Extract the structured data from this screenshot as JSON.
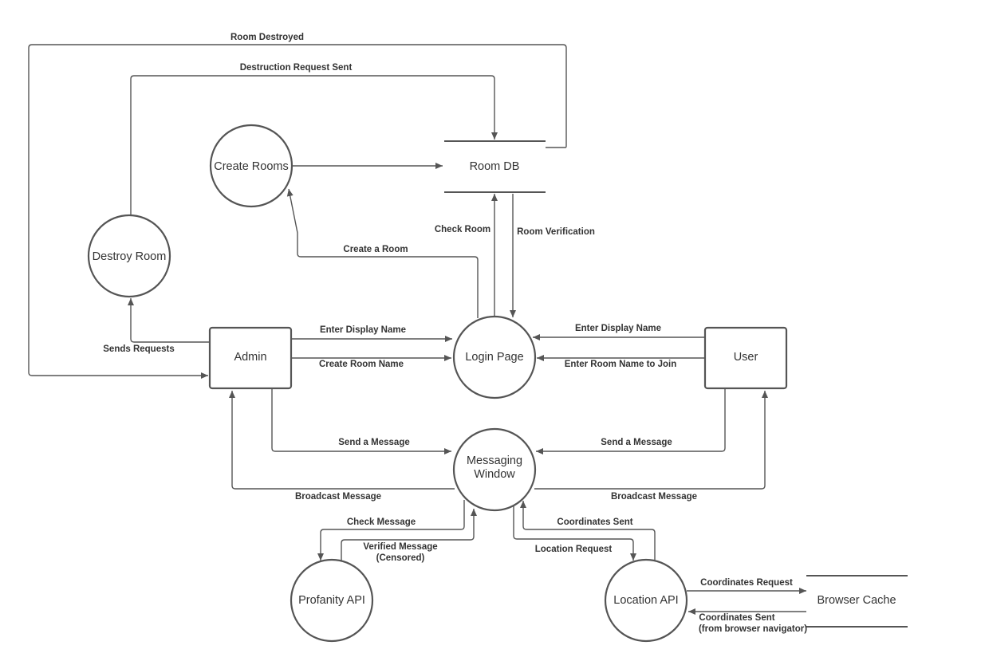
{
  "diagram": {
    "nodes": {
      "create_rooms": "Create Rooms",
      "room_db": "Room DB",
      "destroy_room": "Destroy Room",
      "admin": "Admin",
      "login_page": "Login Page",
      "user": "User",
      "messaging_window_line1": "Messaging",
      "messaging_window_line2": "Window",
      "profanity_api": "Profanity API",
      "location_api": "Location API",
      "browser_cache": "Browser Cache"
    },
    "flows": {
      "room_destroyed": "Room Destroyed",
      "destruction_request_sent": "Destruction Request Sent",
      "check_room": "Check Room",
      "room_verification": "Room Verification",
      "create_a_room": "Create a Room",
      "sends_requests": "Sends Requests",
      "admin_enter_display_name": "Enter Display Name",
      "create_room_name": "Create Room Name",
      "user_enter_display_name": "Enter Display Name",
      "enter_room_name_to_join": "Enter Room Name to Join",
      "admin_send_message": "Send a Message",
      "user_send_message": "Send a Message",
      "admin_broadcast_message": "Broadcast Message",
      "user_broadcast_message": "Broadcast Message",
      "check_message": "Check Message",
      "verified_message_line1": "Verified Message",
      "verified_message_line2": "(Censored)",
      "coordinates_sent": "Coordinates Sent",
      "location_request": "Location Request",
      "coordinates_request": "Coordinates Request",
      "coordinates_sent_browser_line1": "Coordinates Sent",
      "coordinates_sent_browser_line2": "(from browser navigator)"
    }
  }
}
